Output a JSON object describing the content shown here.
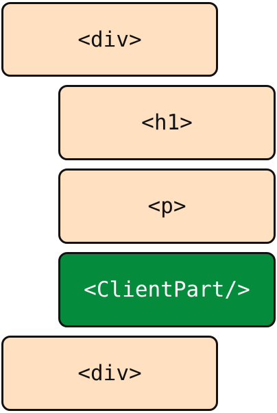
{
  "diagram": {
    "nodes": [
      {
        "label": "<div>",
        "kind": "server",
        "indent": 0
      },
      {
        "label": "<h1>",
        "kind": "server",
        "indent": 1
      },
      {
        "label": "<p>",
        "kind": "server",
        "indent": 1
      },
      {
        "label": "<ClientPart/>",
        "kind": "client",
        "indent": 1
      },
      {
        "label": "<div>",
        "kind": "server",
        "indent": 0
      }
    ]
  },
  "colors": {
    "server_fill": "#ffe0c1",
    "client_fill": "#048c3c",
    "border": "#111111",
    "client_text": "#ffffff"
  }
}
